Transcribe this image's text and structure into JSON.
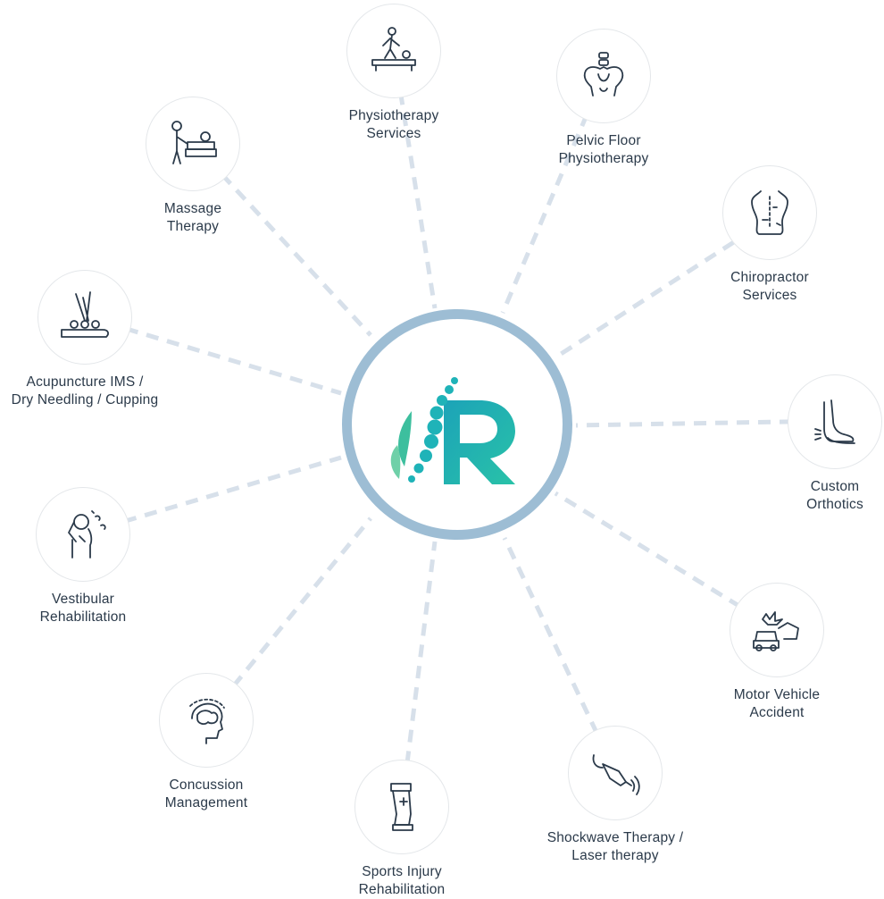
{
  "center": {
    "logo_icon": "r-spine-leaf-logo-icon",
    "ring_color": "#9dbdd4",
    "brand_color": "#1fb0b0",
    "brand_dark": "#1f7fa0"
  },
  "spoke_color": "#d7e0ea",
  "services": [
    {
      "id": "physiotherapy",
      "icon": "physiotherapist-treating-patient-icon",
      "lines": [
        "Physiotherapy",
        "Services"
      ]
    },
    {
      "id": "pelvic-floor",
      "icon": "pelvis-bone-icon",
      "lines": [
        "Pelvic Floor",
        "Physiotherapy"
      ]
    },
    {
      "id": "chiropractor",
      "icon": "spine-back-icon",
      "lines": [
        "Chiropractor",
        "Services"
      ]
    },
    {
      "id": "orthotics",
      "icon": "foot-insole-icon",
      "lines": [
        "Custom",
        "Orthotics"
      ]
    },
    {
      "id": "motor-vehicle",
      "icon": "car-crash-icon",
      "lines": [
        "Motor Vehicle",
        "Accident"
      ]
    },
    {
      "id": "shockwave",
      "icon": "shockwave-device-icon",
      "lines": [
        "Shockwave Therapy /",
        "Laser therapy"
      ]
    },
    {
      "id": "sports-injury",
      "icon": "leg-brace-icon",
      "lines": [
        "Sports Injury",
        "Rehabilitation"
      ]
    },
    {
      "id": "concussion",
      "icon": "brain-head-icon",
      "lines": [
        "Concussion",
        "Management"
      ]
    },
    {
      "id": "vestibular",
      "icon": "dizzy-person-icon",
      "lines": [
        "Vestibular",
        "Rehabilitation"
      ]
    },
    {
      "id": "acupuncture",
      "icon": "acupuncture-needles-icon",
      "lines": [
        "Acupuncture IMS /",
        "Dry Needling / Cupping"
      ]
    },
    {
      "id": "massage",
      "icon": "massage-therapist-icon",
      "lines": [
        "Massage",
        "Therapy"
      ]
    }
  ]
}
